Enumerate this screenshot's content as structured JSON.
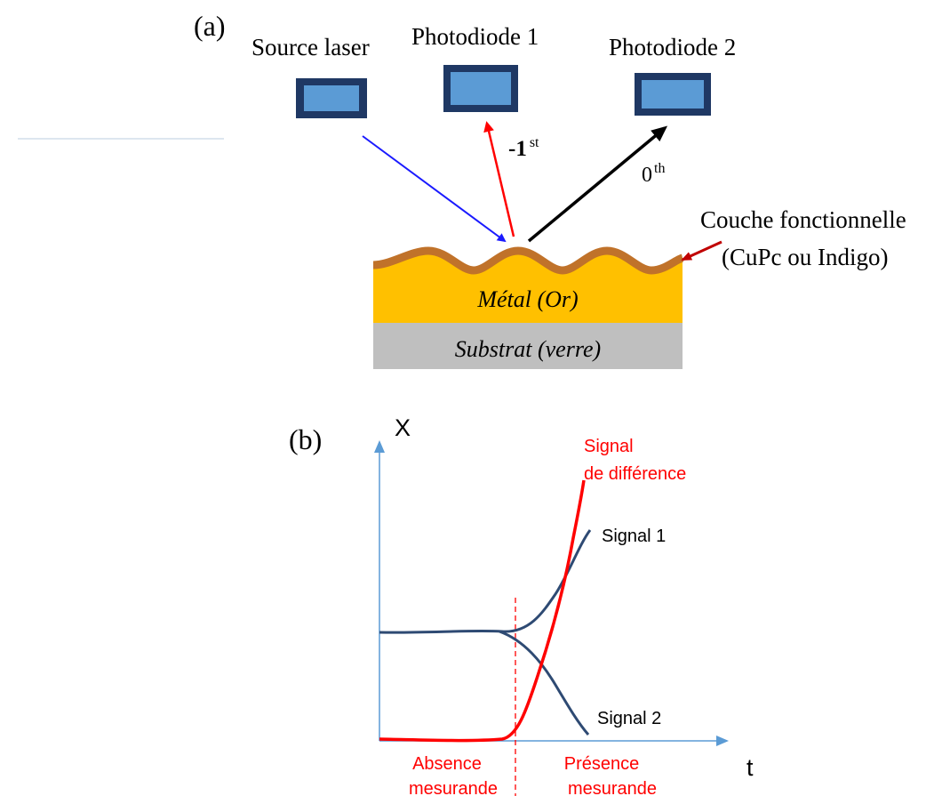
{
  "panel_a": {
    "label": "(a)",
    "source_label": "Source laser",
    "photodiode1_label": "Photodiode 1",
    "photodiode2_label": "Photodiode 2",
    "order_minus1_base": "-1",
    "order_minus1_sup": "st",
    "order_0_base": "0",
    "order_0_sup": "th",
    "layer_label_line1": "Couche fonctionnelle",
    "layer_label_line2": "(CuPc ou Indigo)",
    "metal_label": "Métal (Or)",
    "substrate_label": "Substrat (verre)",
    "colors": {
      "device_fill": "#5b9bd5",
      "device_border": "#1f3864",
      "incident_beam": "#1a1aff",
      "diffracted_beam": "#ff0000",
      "reflected_beam": "#000000",
      "functional_layer": "#c0722a",
      "metal": "#ffc000",
      "substrate": "#bfbfbf"
    }
  },
  "panel_b": {
    "label": "(b)",
    "y_axis_label": "X",
    "x_axis_label": "t",
    "diff_label_line1": "Signal",
    "diff_label_line2": "de différence",
    "signal1_label": "Signal 1",
    "signal2_label": "Signal 2",
    "absence_line1": "Absence",
    "absence_line2": "mesurande",
    "presence_line1": "Présence",
    "presence_line2": "mesurande",
    "colors": {
      "axis": "#5b9bd5",
      "signal": "#2e4a73",
      "difference": "#ff0000",
      "annotation": "#ff0000"
    }
  }
}
